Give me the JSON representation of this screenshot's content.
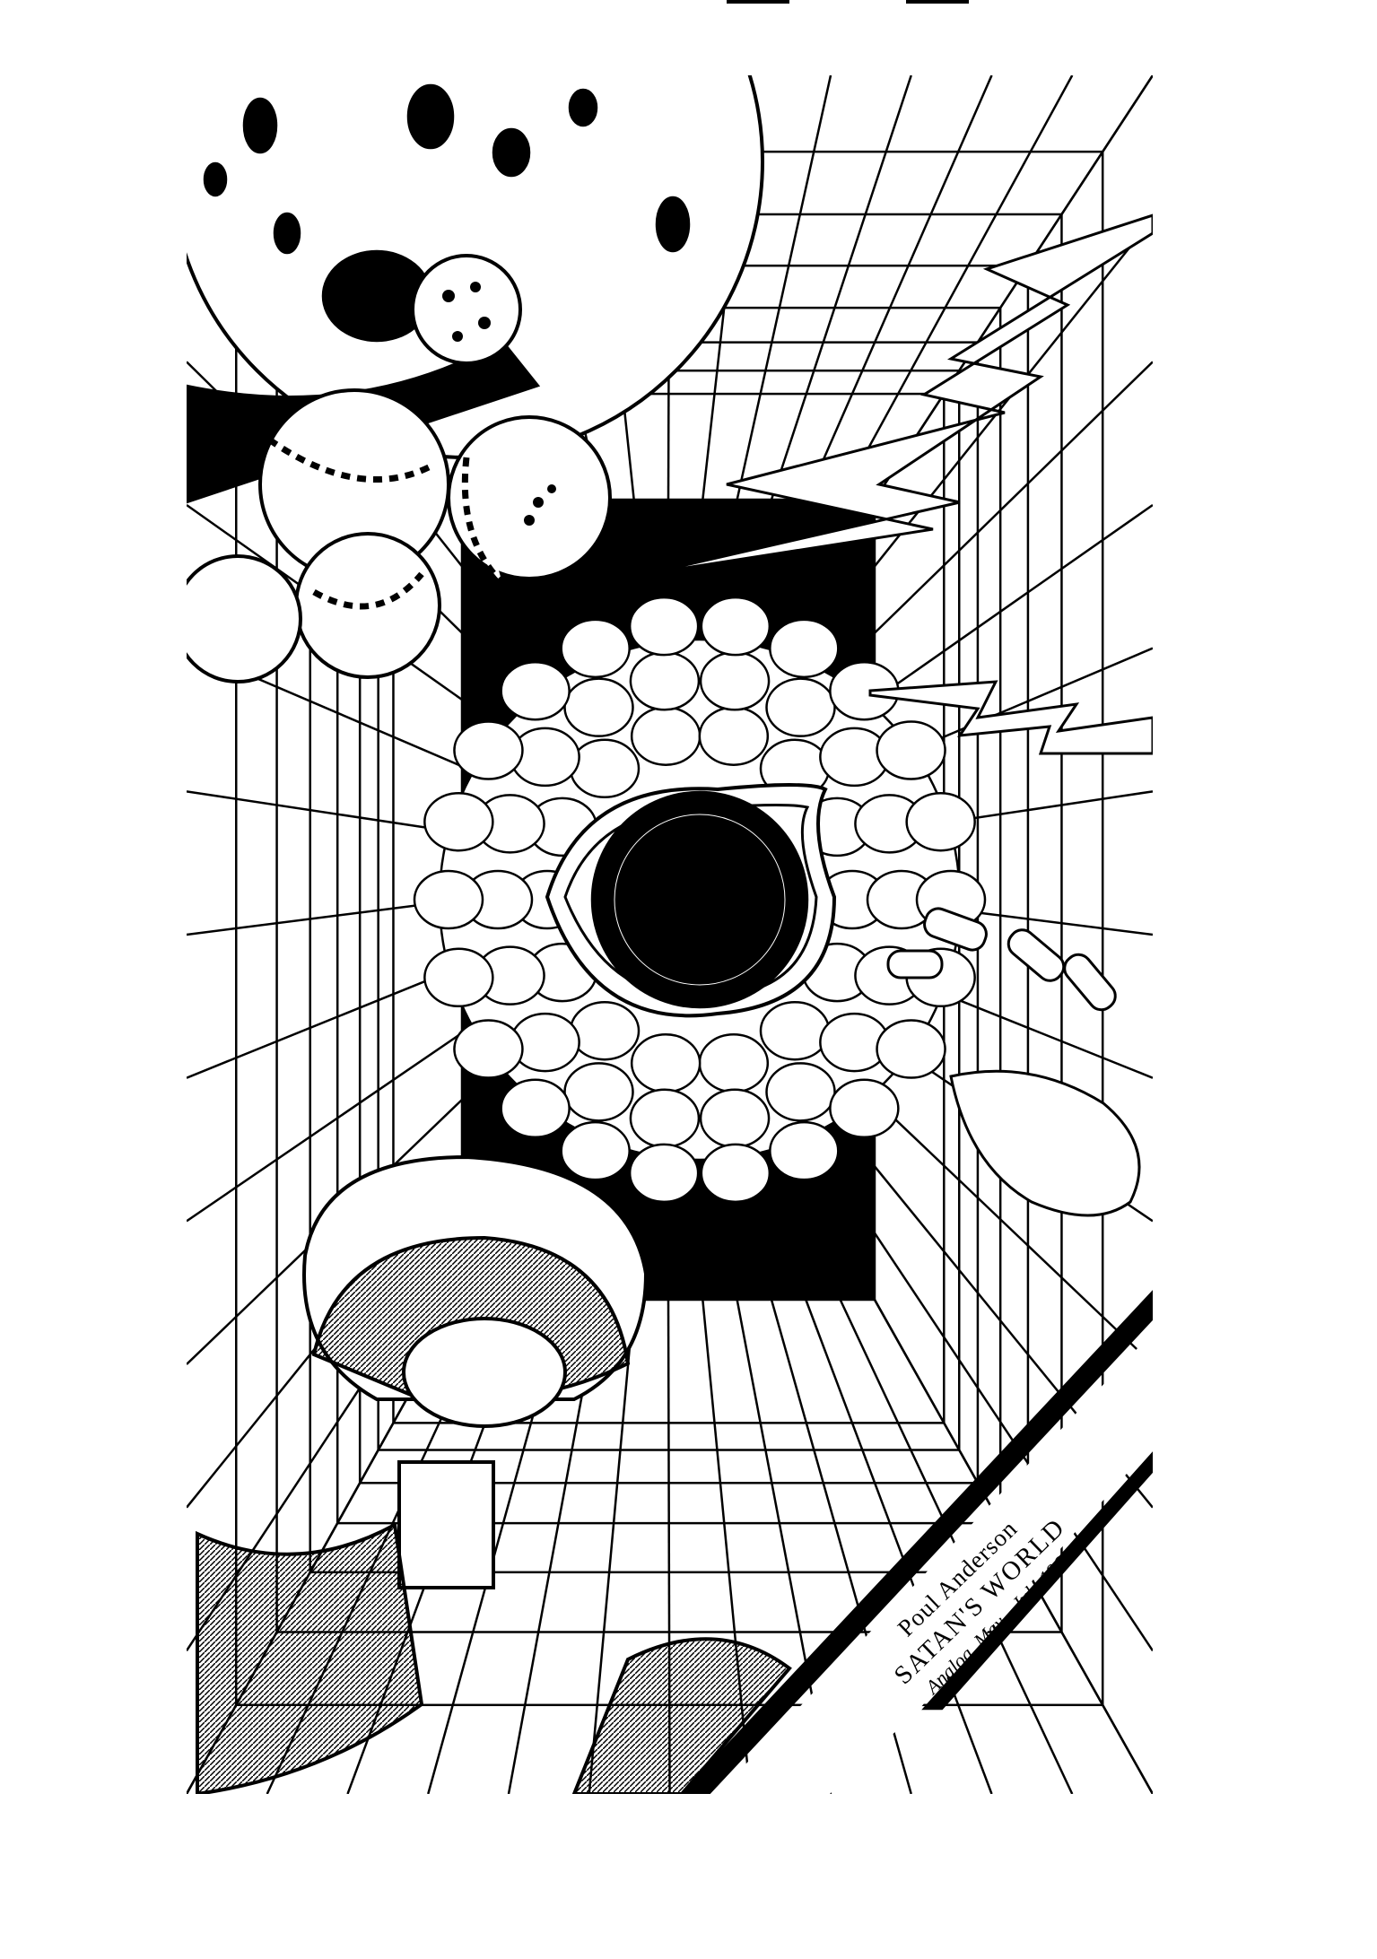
{
  "caption": {
    "author": "Poul Anderson",
    "title": "SATAN'S WORLD",
    "publication": "Analog, May—July 1968"
  },
  "colors": {
    "ink": "#000000",
    "paper": "#ffffff"
  }
}
